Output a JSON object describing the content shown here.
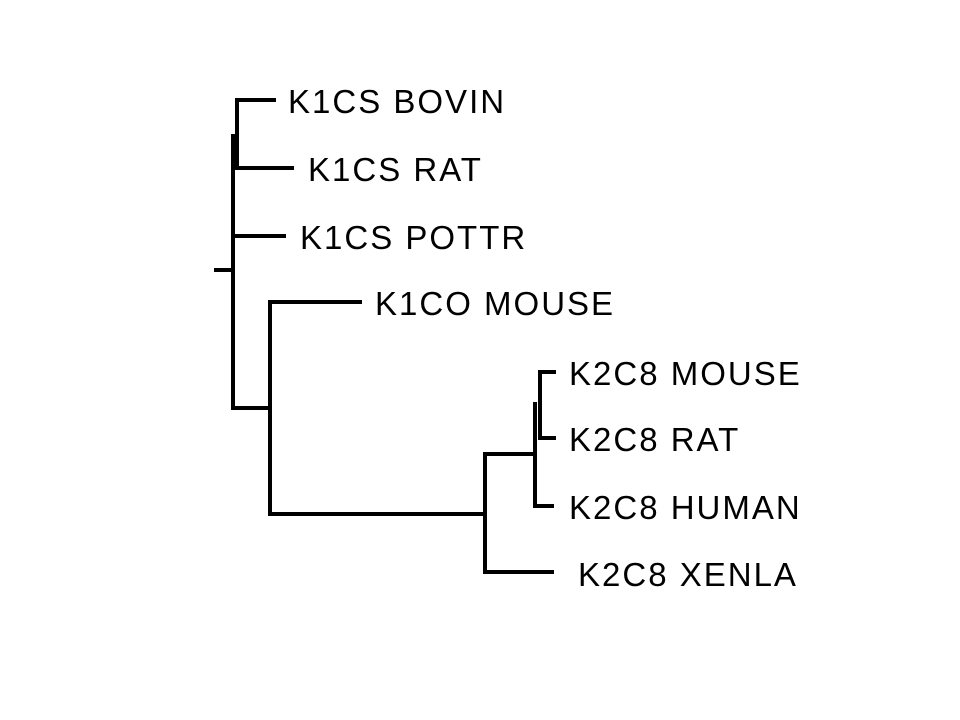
{
  "tree": {
    "leaves": [
      {
        "id": "bovin",
        "label": "K1CS BOVIN"
      },
      {
        "id": "rat1",
        "label": "K1CS RAT"
      },
      {
        "id": "pottr",
        "label": "K1CS POTTR"
      },
      {
        "id": "mouse1",
        "label": "K1CO MOUSE"
      },
      {
        "id": "mouse2",
        "label": "K2C8 MOUSE"
      },
      {
        "id": "rat2",
        "label": "K2C8 RAT"
      },
      {
        "id": "human",
        "label": "K2C8 HUMAN"
      },
      {
        "id": "xenla",
        "label": "K2C8 XENLA"
      }
    ],
    "line_color": "#000000"
  }
}
